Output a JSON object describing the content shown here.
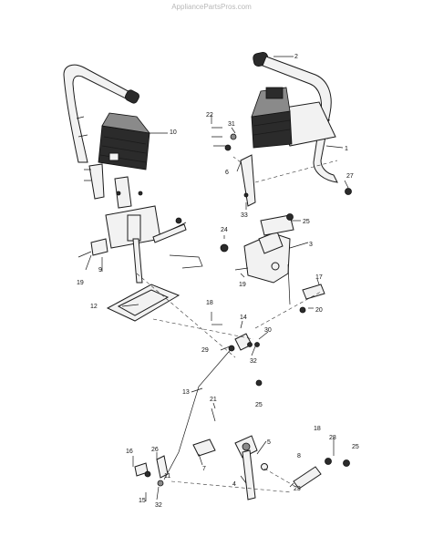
{
  "watermark": "AppliancePartsPros.com",
  "callouts": [
    "1",
    "2",
    "3",
    "4",
    "5",
    "6",
    "7",
    "8",
    "9",
    "10",
    "11",
    "12",
    "13",
    "14",
    "15",
    "16",
    "17",
    "18",
    "19",
    "20",
    "21",
    "22",
    "23",
    "24",
    "25",
    "26",
    "27",
    "28",
    "29",
    "30",
    "31",
    "32",
    "33"
  ],
  "labels": {
    "l1": "1",
    "l2": "2",
    "l3": "3",
    "l4": "4",
    "l5": "5",
    "l6": "6",
    "l7": "7",
    "l8": "8",
    "l9": "9",
    "l10": "10",
    "l11": "11",
    "l12": "12",
    "l13": "13",
    "l14": "14",
    "l15": "15",
    "l16": "16",
    "l17": "17",
    "l18a": "18",
    "l18b": "18",
    "l19a": "19",
    "l19b": "19",
    "l20": "20",
    "l21": "21",
    "l22": "22",
    "l23": "23",
    "l24": "24",
    "l25a": "25",
    "l25b": "25",
    "l25c": "25",
    "l26": "26",
    "l27": "27",
    "l28": "28",
    "l29": "29",
    "l30": "30",
    "l31": "31",
    "l32a": "32",
    "l32b": "32",
    "l33": "33"
  },
  "colors": {
    "ink": "#1a1a1a",
    "grip": "#2b2b2b",
    "watermark": "#b8b8b8"
  }
}
